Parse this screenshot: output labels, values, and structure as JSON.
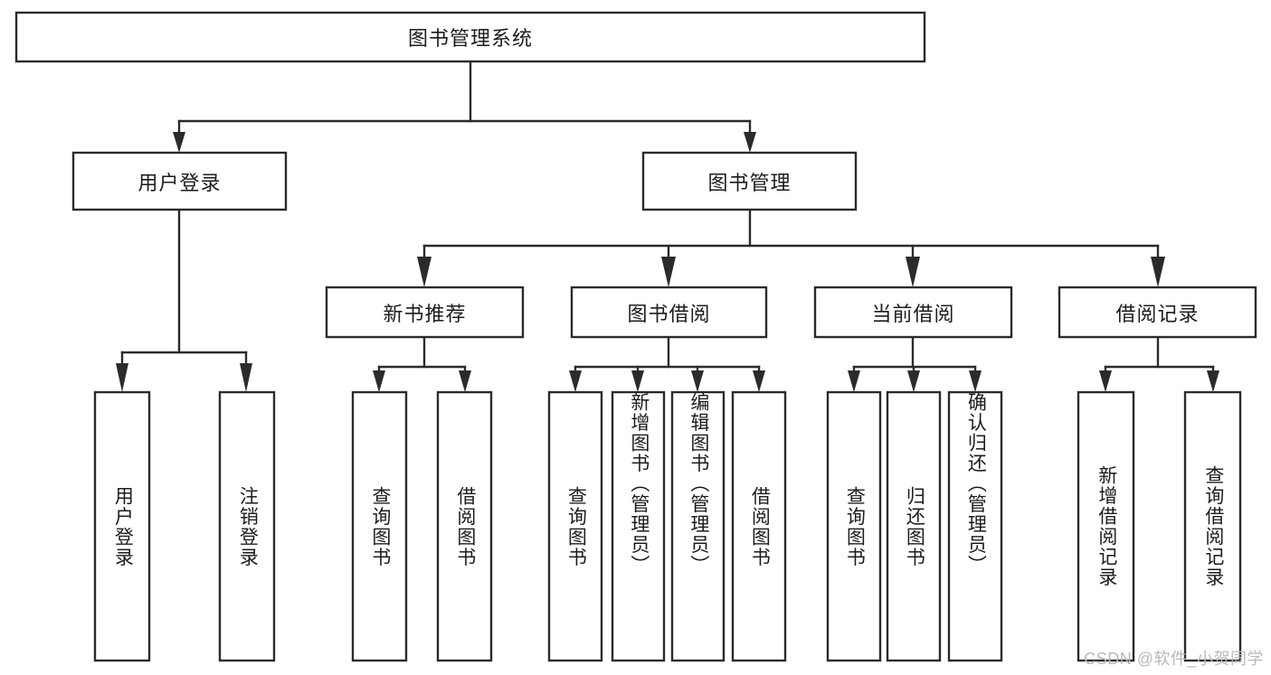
{
  "diagram": {
    "type": "tree-hierarchy",
    "title": "图书管理系统",
    "background_color": "#ffffff",
    "line_color": "#2b2b2b",
    "text_color": "#1c1c1c",
    "nodes": {
      "root": {
        "label": "图书管理系统",
        "orientation": "horizontal"
      },
      "user_login": {
        "label": "用户登录",
        "orientation": "horizontal"
      },
      "book_manage": {
        "label": "图书管理",
        "orientation": "horizontal"
      },
      "new_book_rec": {
        "label": "新书推荐",
        "orientation": "horizontal"
      },
      "book_borrow": {
        "label": "图书借阅",
        "orientation": "horizontal"
      },
      "current_borrow": {
        "label": "当前借阅",
        "orientation": "horizontal"
      },
      "borrow_record": {
        "label": "借阅记录",
        "orientation": "horizontal"
      },
      "leaf_user_login": {
        "label": "用户登录",
        "orientation": "vertical"
      },
      "leaf_logout": {
        "label": "注销登录",
        "orientation": "vertical"
      },
      "leaf_query_book_1": {
        "label": "查询图书",
        "orientation": "vertical"
      },
      "leaf_borrow_book_1": {
        "label": "借阅图书",
        "orientation": "vertical"
      },
      "leaf_query_book_2": {
        "label": "查询图书",
        "orientation": "vertical"
      },
      "leaf_add_book": {
        "label": "新增图书（管理员）",
        "orientation": "vertical"
      },
      "leaf_edit_book": {
        "label": "编辑图书（管理员）",
        "orientation": "vertical"
      },
      "leaf_borrow_book_2": {
        "label": "借阅图书",
        "orientation": "vertical"
      },
      "leaf_query_book_3": {
        "label": "查询图书",
        "orientation": "vertical"
      },
      "leaf_return_book": {
        "label": "归还图书",
        "orientation": "vertical"
      },
      "leaf_confirm_return": {
        "label": "确认归还（管理员）",
        "orientation": "vertical"
      },
      "leaf_add_record": {
        "label": "新增借阅记录",
        "orientation": "vertical"
      },
      "leaf_query_record": {
        "label": "查询借阅记录",
        "orientation": "vertical"
      }
    }
  },
  "watermark": {
    "text": "CSDN @软件_小贺同学"
  }
}
